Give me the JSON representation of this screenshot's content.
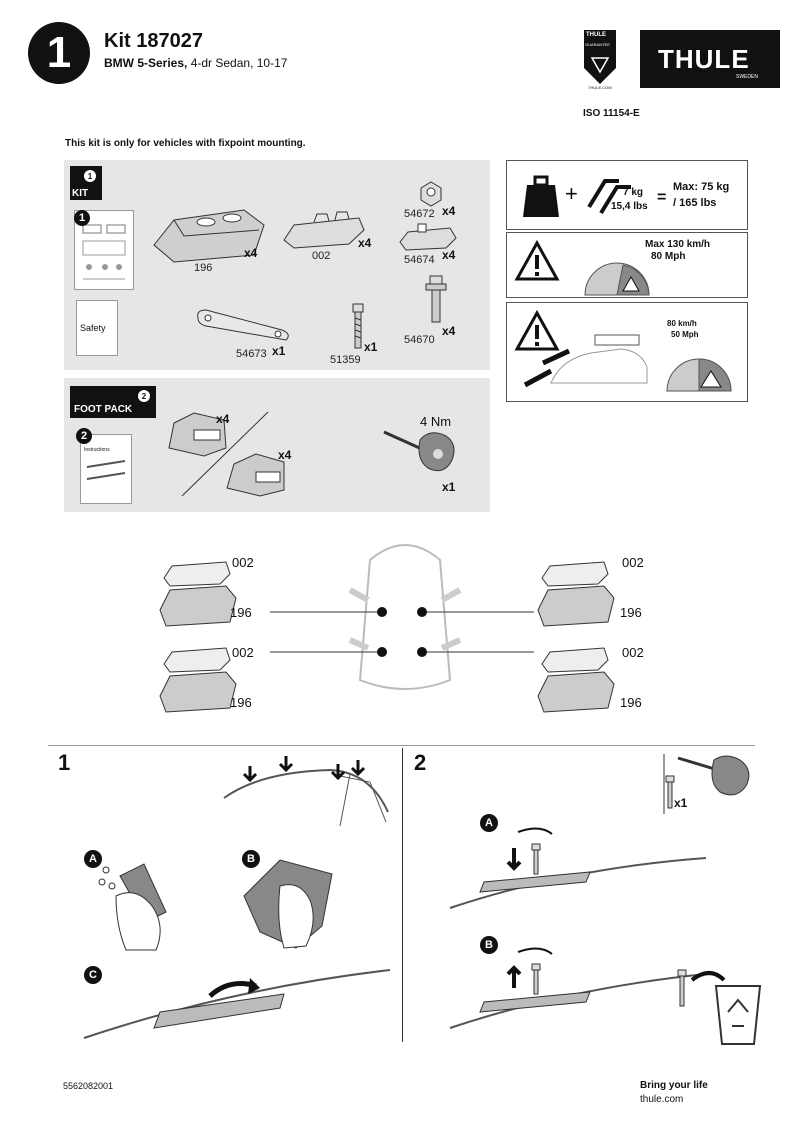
{
  "header": {
    "step": "1",
    "kit_title": "Kit 187027",
    "vehicle_bold": "BMW 5-Series,",
    "vehicle_rest": "4-dr Sedan, 10-17",
    "brand": "THULE",
    "brand_sub": "SWEDEN",
    "badge_top": "THULE",
    "badge_mid": "GUARANTEE",
    "badge_url": "THULE.COM",
    "iso": "ISO 11154-E"
  },
  "notice": "This kit is only for vehicles with fixpoint mounting.",
  "kit_panel": {
    "tab_num": "1",
    "tab_label": "KIT",
    "booklet_num": "1",
    "safety_label": "Safety",
    "parts": [
      {
        "code": "196",
        "qty": "x4"
      },
      {
        "code": "002",
        "qty": "x4"
      },
      {
        "code": "54672",
        "qty": "x4"
      },
      {
        "code": "54674",
        "qty": "x4"
      },
      {
        "code": "54673",
        "qty": "x1"
      },
      {
        "code": "51359",
        "qty": "x1"
      },
      {
        "code": "54670",
        "qty": "x4"
      }
    ]
  },
  "foot_panel": {
    "tab_num": "2",
    "tab_label": "FOOT PACK",
    "booklet_num": "2",
    "instructions_label": "Instructions",
    "foot_qty_1": "x4",
    "foot_qty_2": "x4",
    "torque": "4 Nm",
    "key_qty": "x1"
  },
  "load_panel": {
    "weight_1": "7 kg",
    "weight_2": "15,4 lbs",
    "max_1": "Max: 75 kg",
    "max_2": "/ 165 lbs",
    "speed_1": "Max  130 km/h",
    "speed_2": "80 Mph",
    "speed_3": "80 km/h",
    "speed_4": "50 Mph"
  },
  "placement": {
    "labels": [
      "002",
      "196",
      "002",
      "196",
      "002",
      "196",
      "002",
      "196"
    ]
  },
  "steps": {
    "step1": "1",
    "step2": "2",
    "a": "A",
    "b": "B",
    "c": "C",
    "screw_qty": "x1"
  },
  "footer": {
    "code": "5562082001",
    "tagline": "Bring your life",
    "site": "thule.com"
  }
}
